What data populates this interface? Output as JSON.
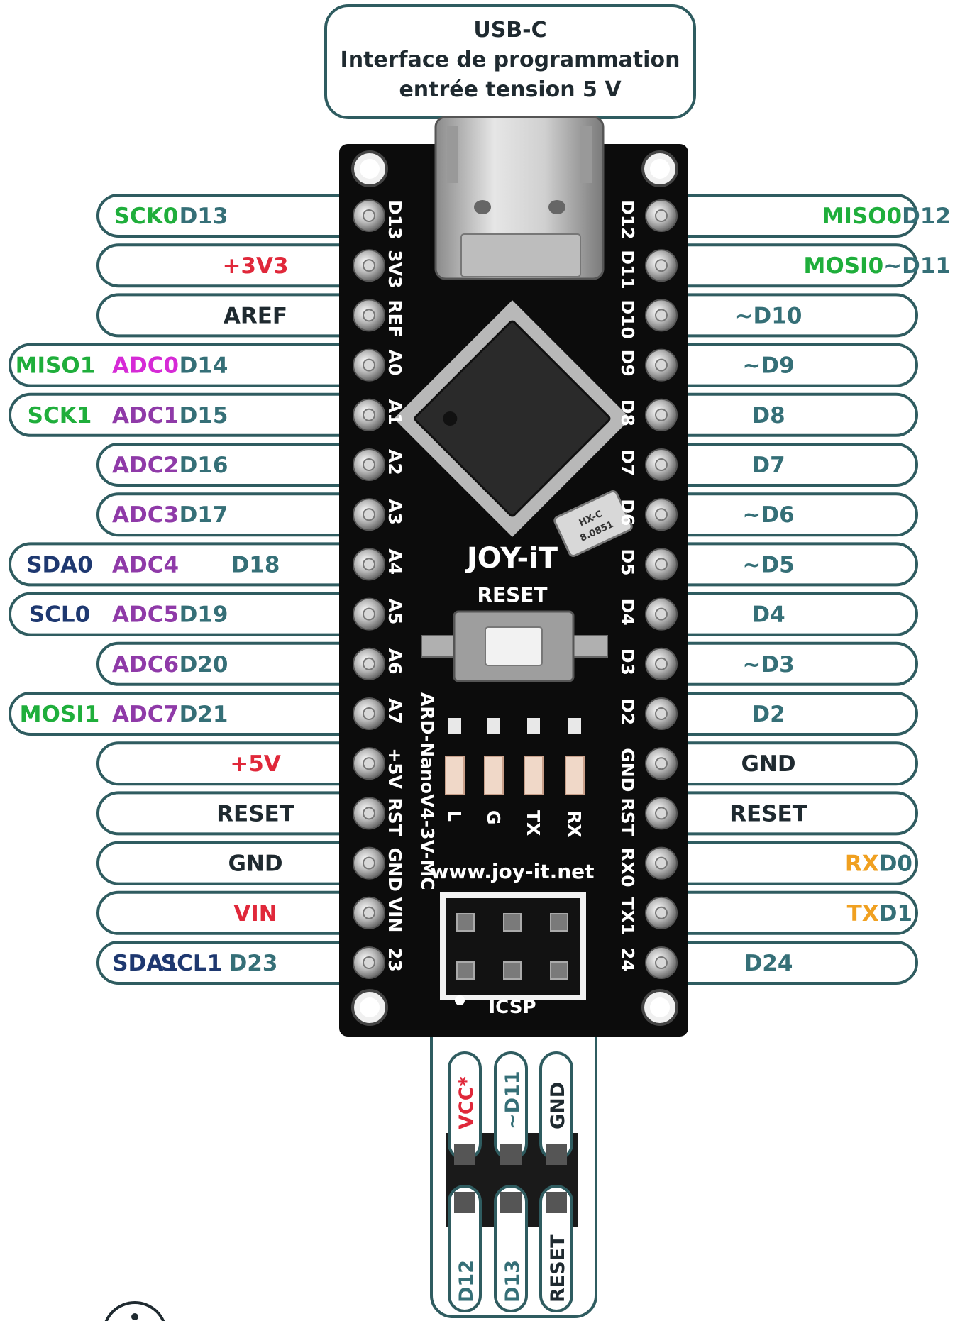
{
  "usb_box": {
    "line1": "USB-C",
    "line2": "Interface de programmation",
    "line3": "entrée tension 5 V"
  },
  "colors": {
    "outline": "#2f5c60",
    "board": "#0c0c0c",
    "default_label": "#1f2a30",
    "green": "#1fae3b",
    "magenta": "#d62ad6",
    "purple": "#8f3aa8",
    "navy": "#1e3870",
    "red": "#e0283a",
    "orange": "#f0a020",
    "teal": "#356f77"
  },
  "left_pins": [
    {
      "silk": "D13",
      "segments": [
        {
          "text": "SCK0",
          "color": "green"
        },
        {
          "text": "D13",
          "color": "teal"
        }
      ]
    },
    {
      "silk": "3V3",
      "segments": [
        {
          "text": "+3V3",
          "color": "red"
        }
      ]
    },
    {
      "silk": "REF",
      "segments": [
        {
          "text": "AREF",
          "color": "default_label"
        }
      ]
    },
    {
      "silk": "A0",
      "segments": [
        {
          "text": "MISO1",
          "color": "green"
        },
        {
          "text": "ADC0",
          "color": "magenta"
        },
        {
          "text": "D14",
          "color": "teal"
        }
      ]
    },
    {
      "silk": "A1",
      "segments": [
        {
          "text": "SCK1",
          "color": "green"
        },
        {
          "text": "ADC1",
          "color": "purple"
        },
        {
          "text": "D15",
          "color": "teal"
        }
      ]
    },
    {
      "silk": "A2",
      "segments": [
        {
          "text": "ADC2",
          "color": "purple"
        },
        {
          "text": "D16",
          "color": "teal"
        }
      ]
    },
    {
      "silk": "A3",
      "segments": [
        {
          "text": "ADC3",
          "color": "purple"
        },
        {
          "text": "D17",
          "color": "teal"
        }
      ]
    },
    {
      "silk": "A4",
      "segments": [
        {
          "text": "SDA0",
          "color": "navy"
        },
        {
          "text": "ADC4",
          "color": "purple"
        },
        {
          "text": "D18",
          "color": "teal"
        }
      ]
    },
    {
      "silk": "A5",
      "segments": [
        {
          "text": "SCL0",
          "color": "navy"
        },
        {
          "text": "ADC5",
          "color": "purple"
        },
        {
          "text": "D19",
          "color": "teal"
        }
      ]
    },
    {
      "silk": "A6",
      "segments": [
        {
          "text": "ADC6",
          "color": "purple"
        },
        {
          "text": "D20",
          "color": "teal"
        }
      ]
    },
    {
      "silk": "A7",
      "segments": [
        {
          "text": "MOSI1",
          "color": "green"
        },
        {
          "text": "ADC7",
          "color": "purple"
        },
        {
          "text": "D21",
          "color": "teal"
        }
      ]
    },
    {
      "silk": "+5V",
      "segments": [
        {
          "text": "+5V",
          "color": "red"
        }
      ]
    },
    {
      "silk": "RST",
      "segments": [
        {
          "text": "RESET",
          "color": "default_label"
        }
      ]
    },
    {
      "silk": "GND",
      "segments": [
        {
          "text": "GND",
          "color": "default_label"
        }
      ]
    },
    {
      "silk": "VIN",
      "segments": [
        {
          "text": "VIN",
          "color": "red"
        }
      ]
    },
    {
      "silk": "23",
      "segments": [
        {
          "text": "SDA1",
          "color": "navy"
        },
        {
          "text": "SCL1",
          "color": "navy"
        },
        {
          "text": "D23",
          "color": "teal"
        }
      ]
    }
  ],
  "right_pins": [
    {
      "silk": "D12",
      "segments": [
        {
          "text": "MISO0",
          "color": "green"
        },
        {
          "text": "D12",
          "color": "teal"
        }
      ]
    },
    {
      "silk": "D11",
      "segments": [
        {
          "text": "MOSI0",
          "color": "green"
        },
        {
          "text": "~D11",
          "color": "teal"
        }
      ]
    },
    {
      "silk": "D10",
      "segments": [
        {
          "text": "~D10",
          "color": "teal"
        }
      ]
    },
    {
      "silk": "D9",
      "segments": [
        {
          "text": "~D9",
          "color": "teal"
        }
      ]
    },
    {
      "silk": "D8",
      "segments": [
        {
          "text": "D8",
          "color": "teal"
        }
      ]
    },
    {
      "silk": "D7",
      "segments": [
        {
          "text": "D7",
          "color": "teal"
        }
      ]
    },
    {
      "silk": "D6",
      "segments": [
        {
          "text": "~D6",
          "color": "teal"
        }
      ]
    },
    {
      "silk": "D5",
      "segments": [
        {
          "text": "~D5",
          "color": "teal"
        }
      ]
    },
    {
      "silk": "D4",
      "segments": [
        {
          "text": "D4",
          "color": "teal"
        }
      ]
    },
    {
      "silk": "D3",
      "segments": [
        {
          "text": "~D3",
          "color": "teal"
        }
      ]
    },
    {
      "silk": "D2",
      "segments": [
        {
          "text": "D2",
          "color": "teal"
        }
      ]
    },
    {
      "silk": "GND",
      "segments": [
        {
          "text": "GND",
          "color": "default_label"
        }
      ]
    },
    {
      "silk": "RST",
      "segments": [
        {
          "text": "RESET",
          "color": "default_label"
        }
      ]
    },
    {
      "silk": "RX0",
      "segments": [
        {
          "text": "RX",
          "color": "orange"
        },
        {
          "text": "D0",
          "color": "teal"
        }
      ]
    },
    {
      "silk": "TX1",
      "segments": [
        {
          "text": "TX",
          "color": "orange"
        },
        {
          "text": "D1",
          "color": "teal"
        }
      ]
    },
    {
      "silk": "24",
      "segments": [
        {
          "text": "D24",
          "color": "teal"
        }
      ]
    }
  ],
  "board": {
    "brand": "JOY-iT",
    "reset_label": "RESET",
    "model": "ARD-NanoV4-3V-MC",
    "website": "www.joy-it.net",
    "icsp_label": "ICSP",
    "crystal_line1": "HX-C",
    "crystal_line2": "8.0851",
    "leds": [
      "L",
      "G",
      "TX",
      "RX"
    ]
  },
  "icsp": {
    "top": [
      {
        "text": "VCC*",
        "color": "red"
      },
      {
        "text": "~D11",
        "color": "teal"
      },
      {
        "text": "GND",
        "color": "default_label"
      }
    ],
    "bottom": [
      {
        "text": "D12",
        "color": "teal"
      },
      {
        "text": "D13",
        "color": "teal"
      },
      {
        "text": "RESET",
        "color": "default_label"
      }
    ]
  },
  "info_icon": "info-icon"
}
